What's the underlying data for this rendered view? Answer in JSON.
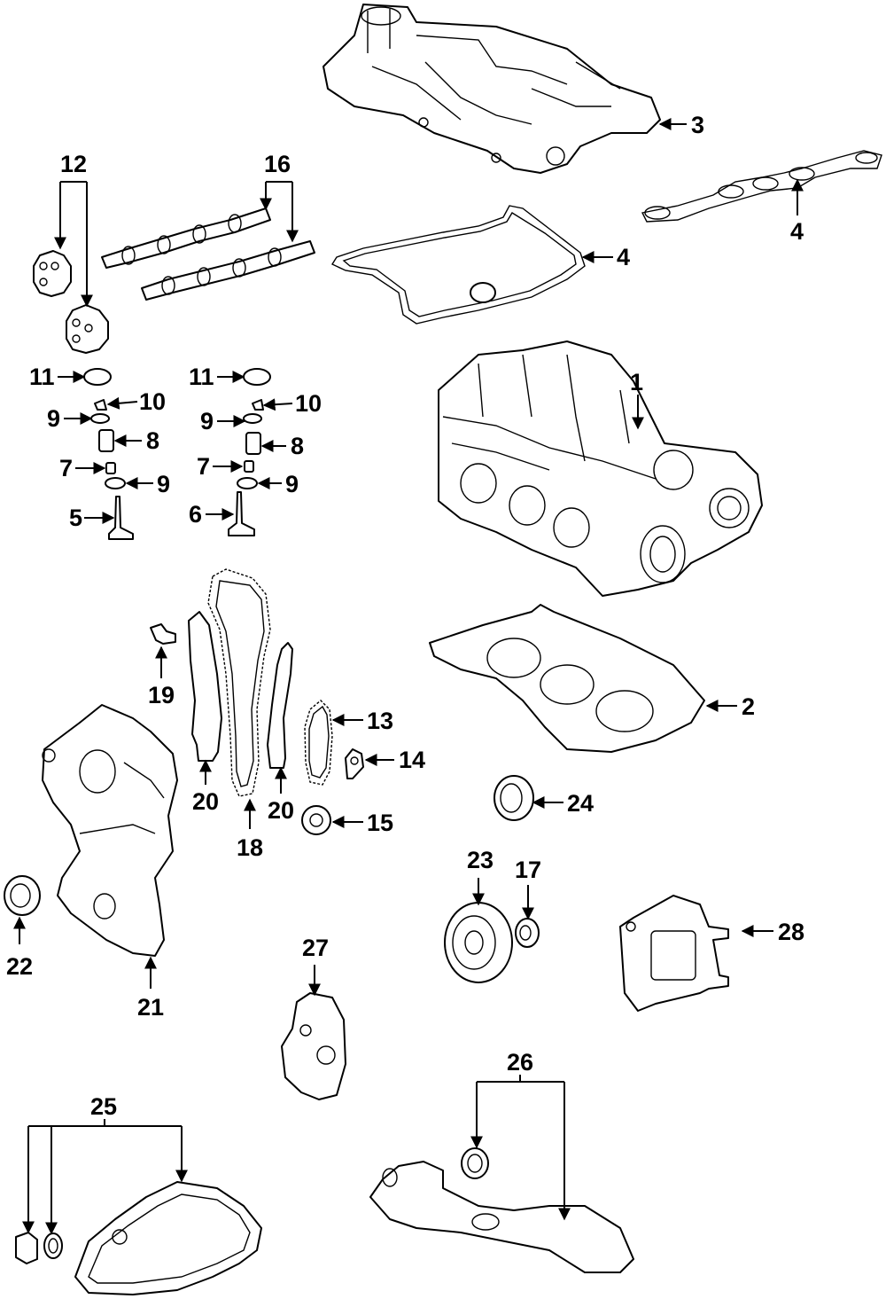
{
  "callouts": {
    "c1": "1",
    "c2": "2",
    "c3": "3",
    "c4a": "4",
    "c4b": "4",
    "c5": "5",
    "c6": "6",
    "c7a": "7",
    "c7b": "7",
    "c8a": "8",
    "c8b": "8",
    "c9a": "9",
    "c9b": "9",
    "c9c": "9",
    "c9d": "9",
    "c10a": "10",
    "c10b": "10",
    "c11a": "11",
    "c11b": "11",
    "c12": "12",
    "c13": "13",
    "c14": "14",
    "c15": "15",
    "c16": "16",
    "c17": "17",
    "c18": "18",
    "c19": "19",
    "c20a": "20",
    "c20b": "20",
    "c21": "21",
    "c22": "22",
    "c23": "23",
    "c24": "24",
    "c25": "25",
    "c26": "26",
    "c27": "27",
    "c28": "28"
  },
  "icons": [
    "arrow-head",
    "engine-part-outline"
  ]
}
